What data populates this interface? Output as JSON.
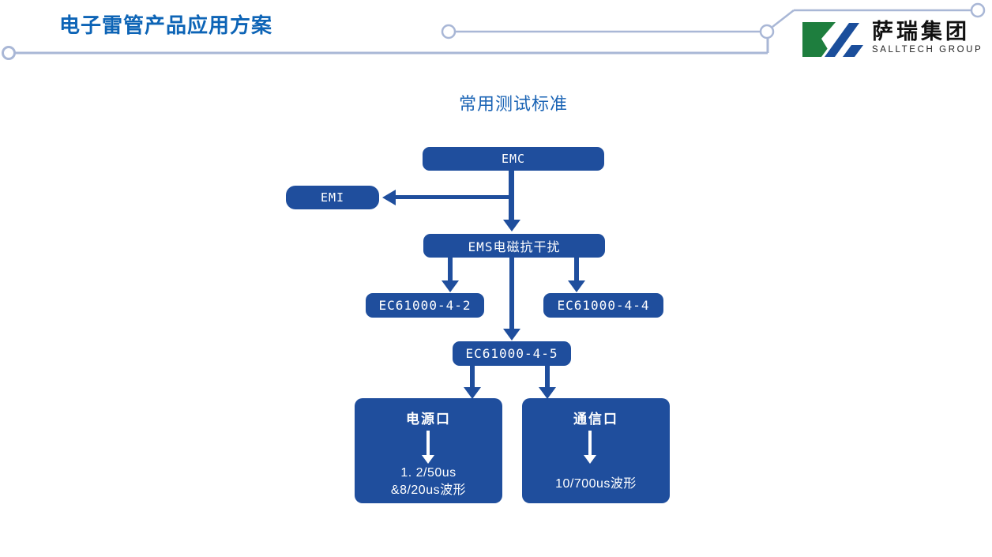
{
  "header": {
    "title": "电子雷管产品应用方案",
    "logo": {
      "name": "萨瑞集团",
      "subtitle": "SALLTECH GROUP"
    }
  },
  "diagram": {
    "heading": "常用测试标准",
    "nodes": {
      "emc": "EMC",
      "emi": "EMI",
      "ems": "EMS电磁抗干扰",
      "ec_4_2": "EC61000-4-2",
      "ec_4_4": "EC61000-4-4",
      "ec_4_5": "EC61000-4-5",
      "power_port": {
        "title": "电源口",
        "line1": "1. 2/50us",
        "line2": "&8/20us波形"
      },
      "comm_port": {
        "title": "通信口",
        "line1": "10/700us波形"
      }
    }
  },
  "colors": {
    "box_blue": "#1f4e9d",
    "title_blue": "#0d64b6",
    "heading_blue": "#1b64b5",
    "decor_line": "#a9b7d6",
    "logo_green": "#1e7e3e",
    "logo_blue": "#1b4e9b"
  }
}
